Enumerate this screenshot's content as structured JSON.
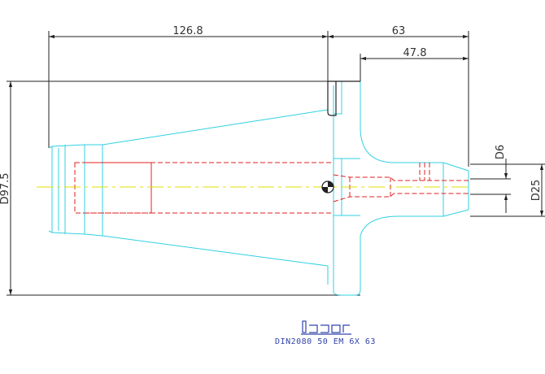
{
  "drawing": {
    "dimensions": {
      "length_body": "126.8",
      "length_total_right": "63",
      "length_inner_right": "47.8",
      "diameter_flange": "D97.5",
      "diameter_bore": "D6",
      "diameter_shank": "D25"
    },
    "brand": "iscar",
    "caption": "DIN2080 50 EM 6X 63",
    "colors": {
      "outline": "#30d0e0",
      "hidden": "#e02020",
      "center": "#e0e000",
      "dimension": "#222222",
      "logo": "#3344aa"
    }
  }
}
